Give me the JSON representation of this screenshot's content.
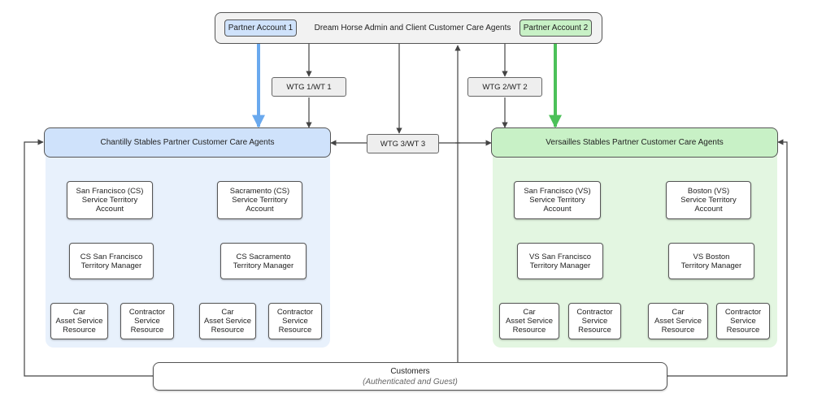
{
  "top": {
    "title": "Dream Horse Admin and Client Customer Care Agents",
    "partner1": "Partner Account 1",
    "partner2": "Partner Account 2"
  },
  "wtg": {
    "wtg1": "WTG 1/WT 1",
    "wtg2": "WTG 2/WT 2",
    "wtg3": "WTG 3/WT 3"
  },
  "chantilly": {
    "header": "Chantilly Stables Partner Customer Care Agents",
    "sf_account": [
      "San Francisco (CS)",
      "Service Territory",
      "Account"
    ],
    "sac_account": [
      "Sacramento (CS)",
      "Service Territory",
      "Account"
    ],
    "sf_manager": [
      "CS San Francisco",
      "Territory Manager"
    ],
    "sac_manager": [
      "CS Sacramento",
      "Territory Manager"
    ]
  },
  "versailles": {
    "header": "Versailles Stables Partner Customer Care Agents",
    "sf_account": [
      "San Francisco (VS)",
      "Service Territory",
      "Account"
    ],
    "bos_account": [
      "Boston (VS)",
      "Service Territory",
      "Account"
    ],
    "sf_manager": [
      "VS San Francisco",
      "Territory Manager"
    ],
    "bos_manager": [
      "VS Boston",
      "Territory Manager"
    ]
  },
  "resources": {
    "car": [
      "Car",
      "Asset Service",
      "Resource"
    ],
    "contractor": [
      "Contractor",
      "Service",
      "Resource"
    ]
  },
  "customers": {
    "title": "Customers",
    "subtitle": "(Authenticated and Guest)"
  },
  "colors": {
    "partner1_fill": "#cfe2fb",
    "partner1_line": "#6aa9ee",
    "partner2_fill": "#c8f1c6",
    "partner2_line": "#4cc159",
    "chantilly_panel": "#e8f1fc",
    "versailles_panel": "#e3f6e1"
  }
}
